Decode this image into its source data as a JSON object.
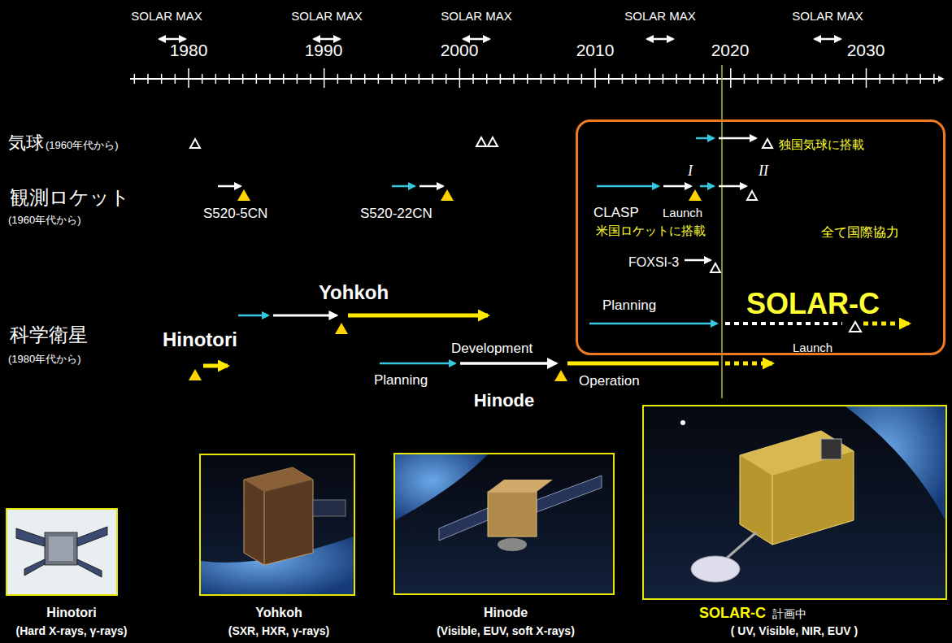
{
  "diagram": {
    "nodes": [
      {
        "text": [
          "全て国際協力"
        ]
      },
      {
        "text": [
          "Hinotori",
          "(Hard X-rays, γ-rays)"
        ]
      },
      {
        "text": [
          "Yohkoh",
          "(SXR, HXR, γ-rays)"
        ]
      },
      {
        "text": [
          "Hinode",
          "(Visible, EUV, soft X-rays)"
        ]
      },
      {
        "text": [
          "SOLAR-C",
          "計画中",
          "( UV, Visible, NIR, EUV )"
        ]
      }
    ],
    "labels": [
      "SOLAR MAX",
      "SOLAR MAX",
      "SOLAR MAX",
      "SOLAR MAX",
      "SOLAR MAX",
      "1980",
      "1990",
      "2000",
      "2010",
      "2020",
      "2030",
      "気球",
      "(1960年代から)",
      "観測ロケット",
      "(1960年代から)",
      "科学衛星",
      "(1980年代から)",
      "独国気球に搭載",
      "I",
      "II",
      "CLASP",
      "Launch",
      "米国ロケットに搭載",
      "FOXSI-3",
      "S520-5CN",
      "S520-22CN",
      "Yohkoh",
      "Hinotori",
      "Development",
      "Planning",
      "Hinode",
      "Operation",
      "Planning",
      "SOLAR-C",
      "Launch"
    ]
  }
}
